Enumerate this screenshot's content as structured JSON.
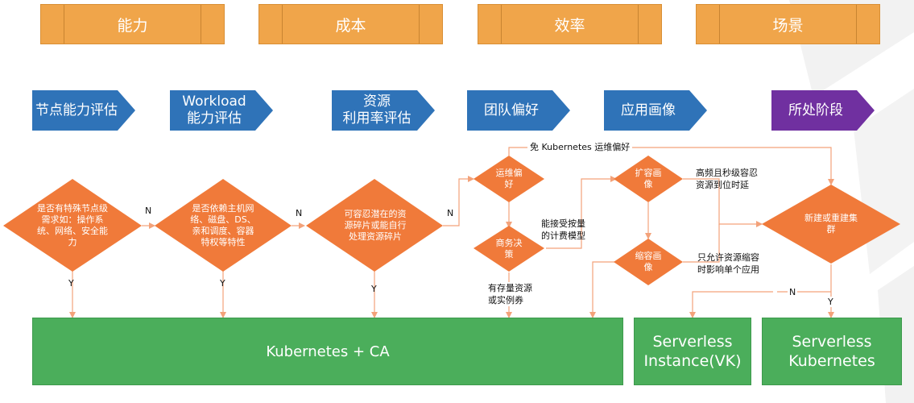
{
  "categories": [
    "能力",
    "成本",
    "效率",
    "场景"
  ],
  "headers": {
    "h1": "节点能力评估",
    "h2_line1": "Workload",
    "h2_line2": "能力评估",
    "h3_line1": "资源",
    "h3_line2": "利用率评估",
    "h4": "团队偏好",
    "h5": "应用画像",
    "h6": "所处阶段"
  },
  "diamonds": {
    "d1": "是否有特殊节点级需求如：操作系统、网络、安全能力",
    "d2": "是否依赖主机网络、磁盘、DS、亲和调度、容器特权等特性",
    "d3": "可容忍潜在的资源碎片或能自行处理资源碎片",
    "d4": "运维偏好",
    "d5": "商务决策",
    "d6": "扩容画像",
    "d7": "缩容画像",
    "d8": "新建或重建集群"
  },
  "notes": {
    "top": "免 Kubernetes 运维偏好",
    "billing_line1": "能接受按量",
    "billing_line2": "的计费模型",
    "stock_line1": "有存量资源",
    "stock_line2": "或实例券",
    "scale_up_line1": "高频且秒级容忍",
    "scale_up_line2": "资源到位时延",
    "scale_down_line1": "只允许资源缩容",
    "scale_down_line2": "时影响单个应用"
  },
  "labels": {
    "n": "N",
    "y": "Y"
  },
  "outcomes": {
    "k8s_ca": "Kubernetes + CA",
    "vk_line1": "Serverless",
    "vk_line2": "Instance(VK)",
    "sk_line1": "Serverless",
    "sk_line2": "Kubernetes"
  },
  "colors": {
    "category": "#f0a54a",
    "header_blue": "#2f73b8",
    "header_purple": "#7030a0",
    "diamond": "#f07a3a",
    "outcome": "#4bae5b",
    "connector": "#f3a27a"
  }
}
